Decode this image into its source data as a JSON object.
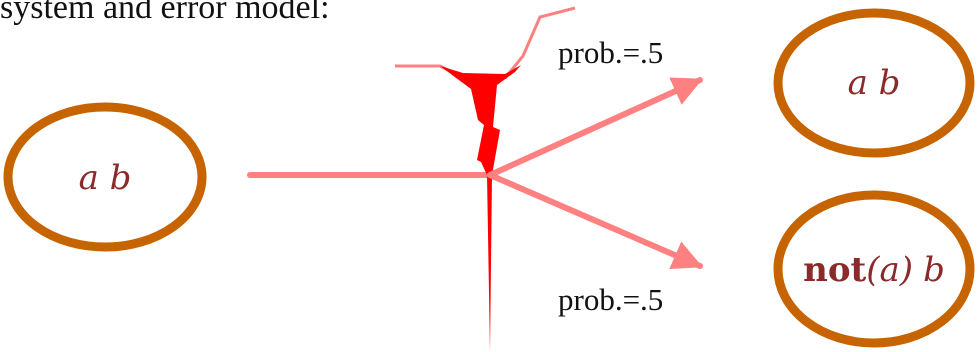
{
  "caption": "system and error model:",
  "colors": {
    "ellipse_stroke": "#c56400",
    "arrow": "#ff8080",
    "bolt": "#ff0000",
    "state_text": "#8b2a2a",
    "prob_text": "#111111"
  },
  "input_state": {
    "text": "a b"
  },
  "branches": [
    {
      "probability_label": "prob.=.5",
      "result_state": {
        "text": "a b"
      }
    },
    {
      "probability_label": "prob.=.5",
      "result_state": {
        "operator": "not",
        "argument": "(a)",
        "rest": "b"
      }
    }
  ],
  "icons": {
    "error": "lightning-bolt-icon"
  }
}
